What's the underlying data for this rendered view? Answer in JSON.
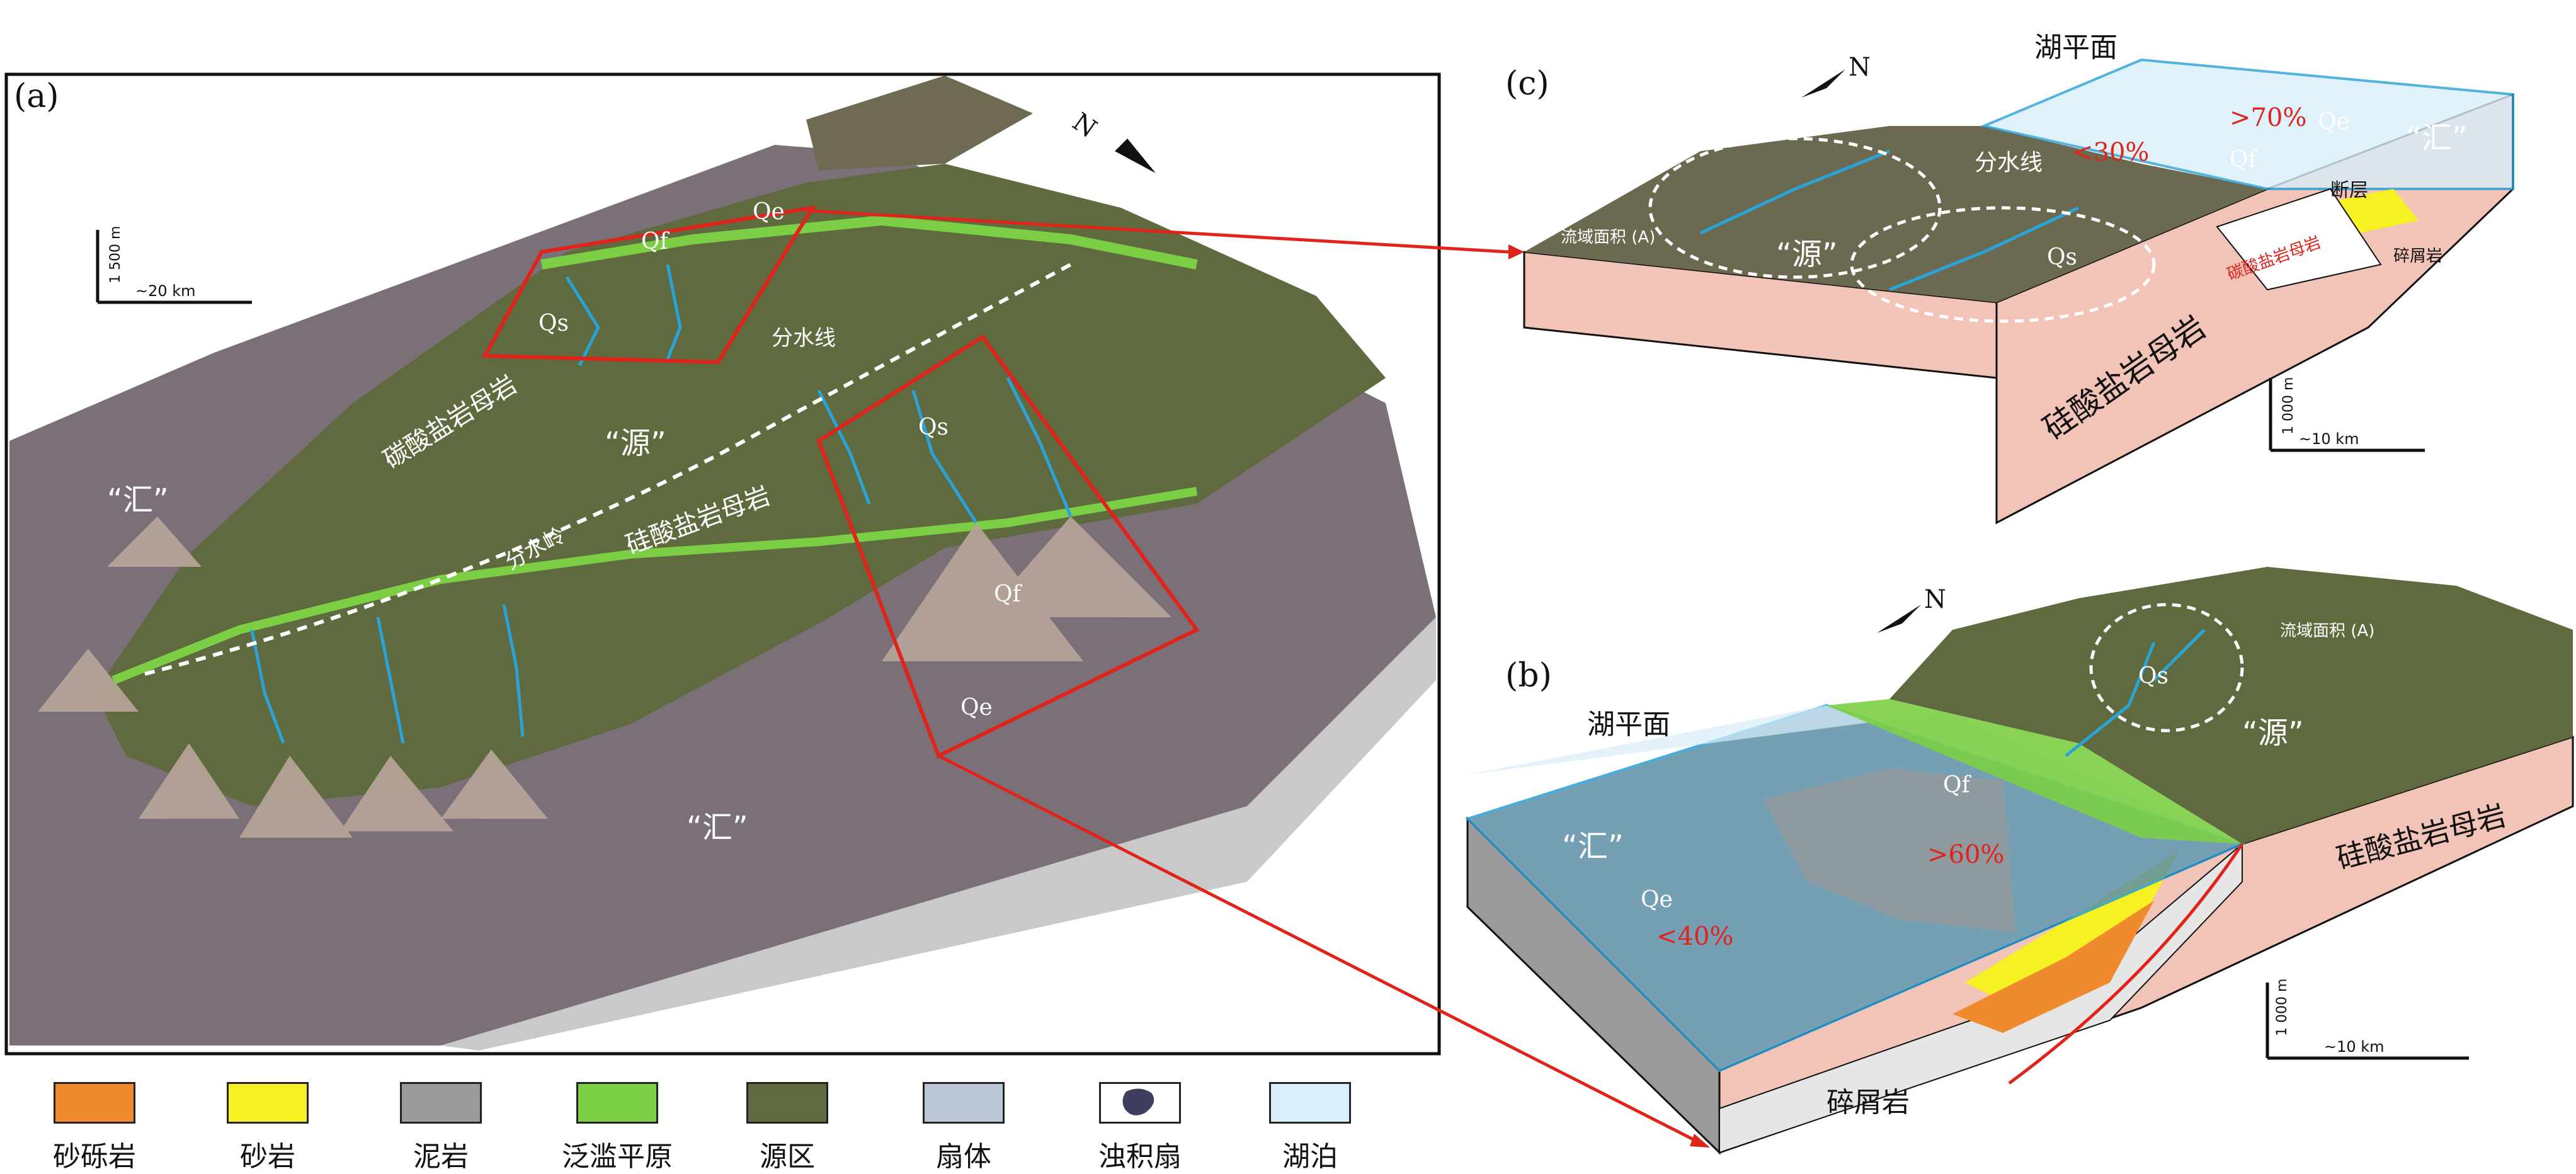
{
  "panel_a": {
    "label": "(a)",
    "north": "N",
    "scale_vertical": "1 500 m",
    "scale_horizontal": "~20 km",
    "sink_label_1": "“汇”",
    "sink_label_2": "“汇”",
    "source_label": "“源”",
    "carbonate_label": "碳酸盐岩母岩",
    "silicate_label": "硅酸盐岩母岩",
    "watershed_line": "分水线",
    "watershed_ridge": "分水岭",
    "qe_top": "Qe",
    "qf_top": "Qf",
    "qs_left": "Qs",
    "qs_right": "Qs",
    "qf_right": "Qf",
    "qe_bottom": "Qe"
  },
  "panel_c": {
    "label": "(c)",
    "north": "N",
    "lake_level": "湖平面",
    "pct_qe": ">70%",
    "pct_qf": "<30%",
    "qe": "Qe",
    "qf": "Qf",
    "qs": "Qs",
    "sink": "“汇”",
    "source": "“源”",
    "watershed_line": "分水线",
    "catchment": "流域面积 (A)",
    "fault": "断层",
    "carbonate": "碳酸盐岩母岩",
    "clastic": "碎屑岩",
    "silicate": "硅酸盐岩母岩",
    "scale_vertical": "1 000 m",
    "scale_horizontal": "~10 km"
  },
  "panel_b": {
    "label": "(b)",
    "north": "N",
    "lake_level": "湖平面",
    "sink": "“汇”",
    "source": "“源”",
    "catchment": "流域面积 (A)",
    "qs": "Qs",
    "qf": "Qf",
    "qe": "Qe",
    "pct_qf": ">60%",
    "pct_qe": "<40%",
    "silicate": "硅酸盐岩母岩",
    "clastic": "碎屑岩",
    "scale_vertical": "1 000 m",
    "scale_horizontal": "~10 km"
  },
  "legend": [
    {
      "label": "砂砾岩",
      "color": "#f08a2e"
    },
    {
      "label": "砂岩",
      "color": "#f7f023"
    },
    {
      "label": "泥岩",
      "color": "#9a9a9a"
    },
    {
      "label": "泛滥平原",
      "color": "#7ccf45"
    },
    {
      "label": "源区",
      "color": "#5f6a3e"
    },
    {
      "label": "扇体",
      "color": "#b9c7d6"
    },
    {
      "label": "浊积扇",
      "color": "#3e3e5e"
    },
    {
      "label": "湖泊",
      "color": "#d8eefa"
    }
  ],
  "colors": {
    "frame_red": "#e0231b",
    "river_blue": "#2aa3d8",
    "lake_blue": "#2a9fd6",
    "silicate_pink": "#f2c4b8",
    "basin_gray": "#7b7078"
  }
}
